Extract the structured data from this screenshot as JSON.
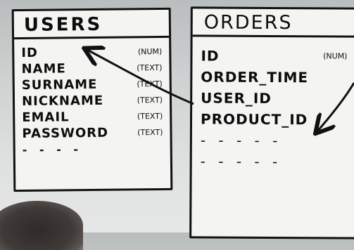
{
  "users": {
    "title": "USERS",
    "fields": [
      {
        "name": "ID",
        "type": "(NUM)"
      },
      {
        "name": "NAME",
        "type": "(TEXT)"
      },
      {
        "name": "SURNAME",
        "type": "(TEXT)"
      },
      {
        "name": "NICKNAME",
        "type": "(TEXT)"
      },
      {
        "name": "EMAIL",
        "type": "(TEXT)"
      },
      {
        "name": "PASSWORD",
        "type": "(TEXT)"
      }
    ],
    "more": "- - - -"
  },
  "orders": {
    "title": "ORDERS",
    "fields": [
      {
        "name": "ID",
        "type": "(NUM)"
      },
      {
        "name": "ORDER_TIME",
        "type": ""
      },
      {
        "name": "USER_ID",
        "type": ""
      },
      {
        "name": "PRODUCT_ID",
        "type": ""
      }
    ],
    "more": [
      "- - - - -",
      "- - - - -"
    ]
  },
  "colors": {
    "ink": "#111111",
    "board": "#f4f4f2",
    "background": "#cfd2d2"
  }
}
